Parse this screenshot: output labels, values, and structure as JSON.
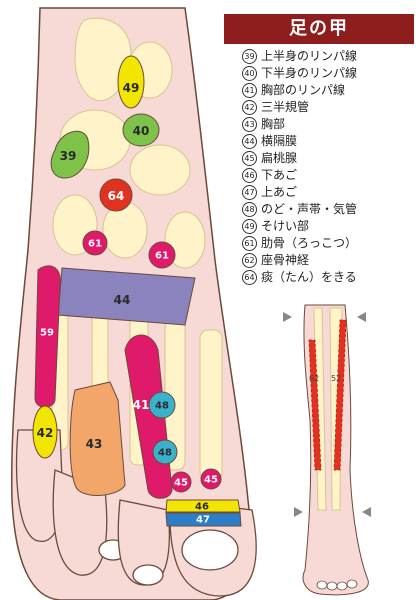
{
  "legend": {
    "title": "足の甲",
    "items": [
      {
        "num": "39",
        "label": "上半身のリンパ線"
      },
      {
        "num": "40",
        "label": "下半身のリンパ線"
      },
      {
        "num": "41",
        "label": "胸部のリンパ線"
      },
      {
        "num": "42",
        "label": "三半規管"
      },
      {
        "num": "43",
        "label": "胸部"
      },
      {
        "num": "44",
        "label": "横隔膜"
      },
      {
        "num": "45",
        "label": "扁桃腺"
      },
      {
        "num": "46",
        "label": "下あご"
      },
      {
        "num": "47",
        "label": "上あご"
      },
      {
        "num": "48",
        "label": "のど・声帯・気管"
      },
      {
        "num": "49",
        "label": "そけい部"
      },
      {
        "num": "61",
        "label": "肋骨（ろっこつ）"
      },
      {
        "num": "62",
        "label": "座骨神経"
      },
      {
        "num": "64",
        "label": "痰（たん）をきる"
      }
    ]
  },
  "foot": {
    "zones": {
      "z49": "49",
      "z40": "40",
      "z39": "39",
      "z64": "64",
      "z61a": "61",
      "z61b": "61",
      "z44": "44",
      "z59": "59",
      "z41": "41",
      "z48a": "48",
      "z48b": "48",
      "z42": "42",
      "z43": "43",
      "z45a": "45",
      "z45b": "45",
      "z46": "46",
      "z47": "47"
    },
    "colors": {
      "skin": "#f7d9d6",
      "bone": "#fff3c9",
      "yellow": "#f2e600",
      "green": "#7ec24a",
      "red": "#e0321f",
      "magenta": "#e01a6b",
      "purple": "#8a83bd",
      "orange": "#f2a66a",
      "teal": "#3ab2cc",
      "blue": "#2e7ec7"
    }
  },
  "leg": {
    "label_left": "62",
    "label_right": "52"
  }
}
